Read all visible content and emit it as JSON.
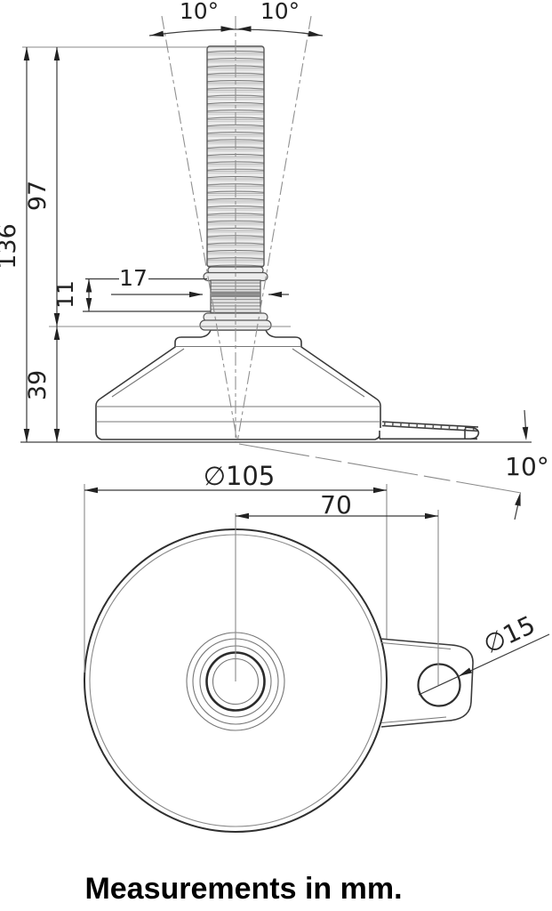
{
  "note": "Measurements in mm.",
  "side_view": {
    "total_height_mm": "136",
    "thread_height_mm": "97",
    "base_height_mm": "39",
    "exposed_thread_mm": "11",
    "thread_width_mm": "17",
    "swing_angle_left": "10°",
    "swing_angle_right": "10°",
    "tilt_angle": "10°"
  },
  "bottom_view": {
    "base_diameter": "∅105",
    "hole_center_offset_mm": "70",
    "hole_diameter": "∅15"
  },
  "colors": {
    "line": "#3a3a3a",
    "thin_line": "#8a8a8a",
    "thread_fill": "#ececec",
    "text": "#222222",
    "background": "#ffffff"
  }
}
